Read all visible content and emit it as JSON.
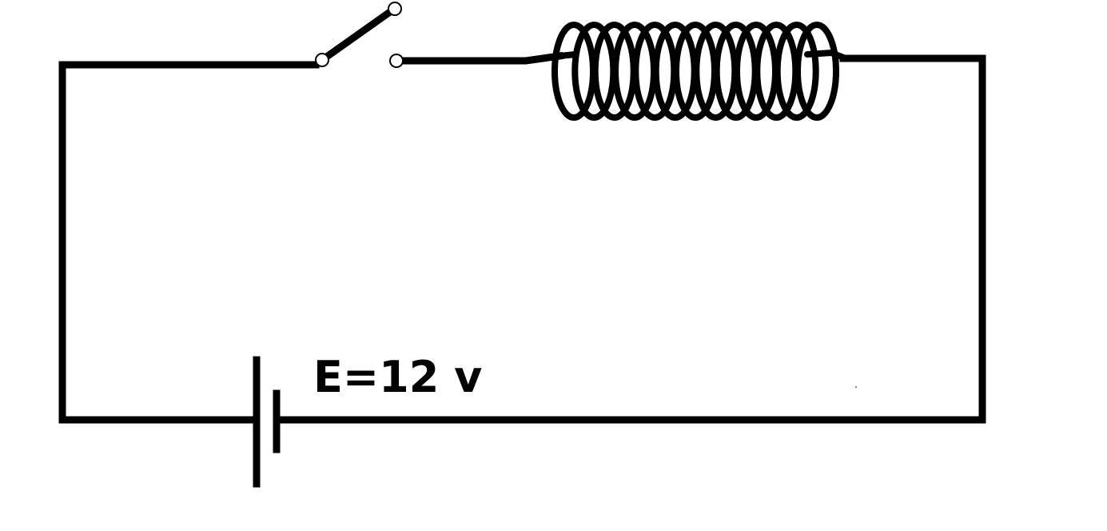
{
  "diagram": {
    "type": "circuit",
    "battery": {
      "label": "E=12 v",
      "emf": 12,
      "unit": "v"
    },
    "switch": {
      "state": "open"
    },
    "inductor": {
      "turns": 13
    },
    "colors": {
      "wire": "#000000",
      "background": "#ffffff",
      "terminal_fill": "#ffffff"
    }
  }
}
